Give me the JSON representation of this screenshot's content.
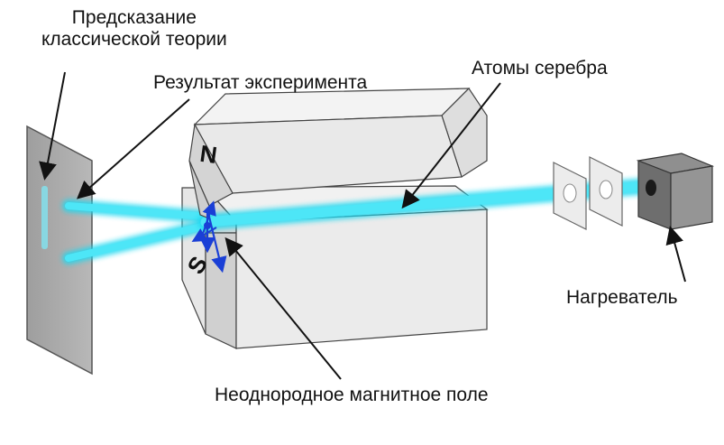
{
  "labels": {
    "classical_line1": "Предсказание",
    "classical_line2": "классической теории",
    "result": "Результат эксперимента",
    "silver_atoms": "Атомы серебра",
    "heater": "Нагреватель",
    "field": "Неоднородное магнитное поле",
    "pole_north": "N",
    "pole_south": "S"
  },
  "colors": {
    "beam": "#1fd8f0",
    "arrow_blue": "#1a3fd6",
    "magnet_light": "#eeeeee",
    "magnet_mid": "#d6d6d6",
    "screen": "#a8a8a8"
  }
}
